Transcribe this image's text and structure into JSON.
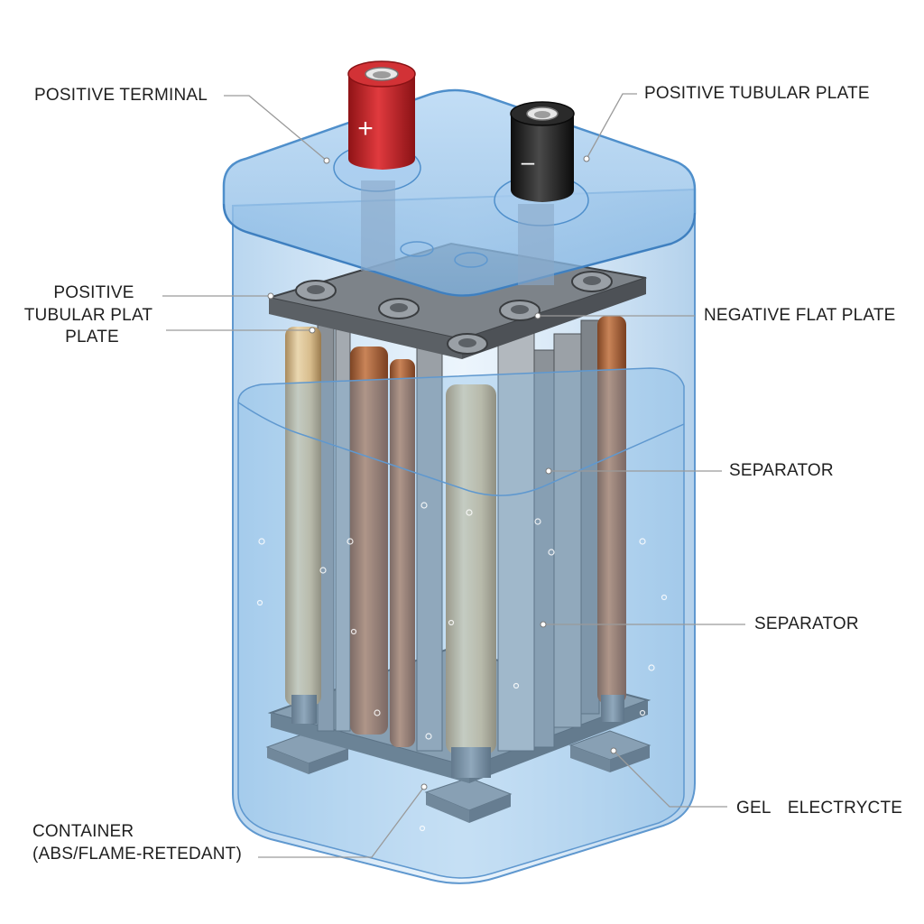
{
  "labels": {
    "positive_terminal": "POSITIVE TERMINAL",
    "positive_tubular_plate_top": "POSITIVE TUBULAR PLATE",
    "positive_tubular_plat_left": [
      "POSITIVE",
      "TUBULAR PLAT",
      "PLATE"
    ],
    "negative_flat_plate": "NEGATIVE FLAT PLATE",
    "separator_1": "SEPARATOR",
    "separator_2": "SEPARATOR",
    "gel_electrolyte": "GEL  ELECTRYCTE",
    "container": [
      "CONTAINER",
      "(ABS/FLAME-RETEDANT)"
    ]
  },
  "terminals": {
    "positive_symbol": "+",
    "negative_symbol": "–"
  },
  "colors": {
    "container_blue": "#9ec9ee",
    "positive_red": "#c8252b",
    "negative_black": "#1e1e1e",
    "tubular_tan": "#cdb083",
    "flat_plate_copper": "#b0653a",
    "frame_gray": "#6b6f74"
  }
}
